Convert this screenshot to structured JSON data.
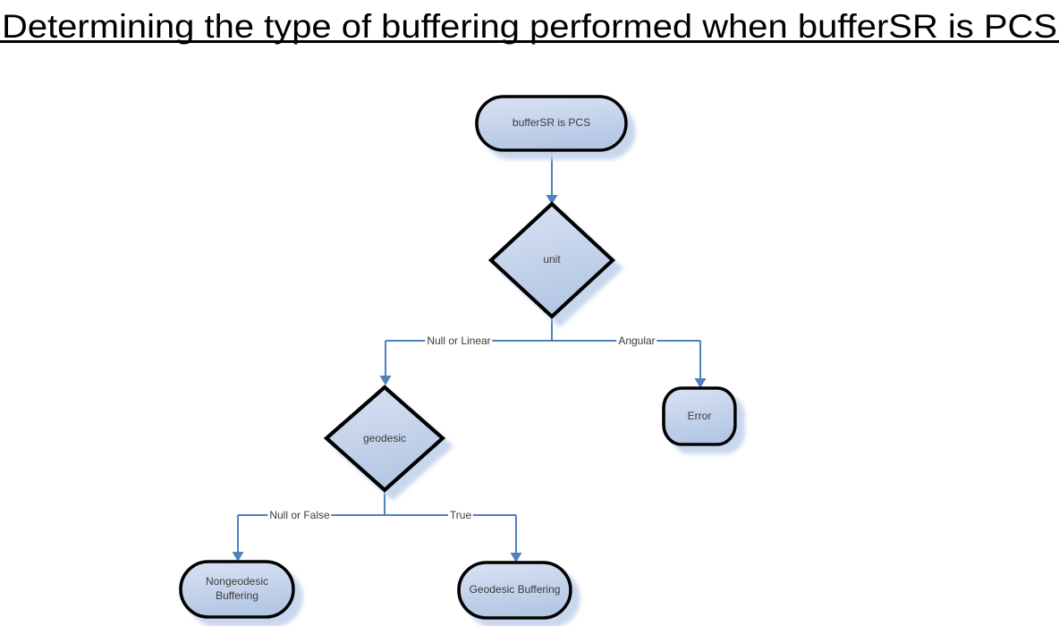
{
  "title": "Determining the type of buffering performed when bufferSR is PCS",
  "flowchart": {
    "nodes": {
      "start": {
        "label": "bufferSR is PCS"
      },
      "unit": {
        "label": "unit"
      },
      "geodesic": {
        "label": "geodesic"
      },
      "error": {
        "label": "Error"
      },
      "nongeodesic_buffering": {
        "label": "Nongeodesic Buffering"
      },
      "geodesic_buffering": {
        "label": "Geodesic Buffering"
      }
    },
    "edge_labels": {
      "null_or_linear": "Null or Linear",
      "angular": "Angular",
      "null_or_false": "Null or False",
      "true_branch": "True"
    },
    "colors": {
      "connector": "#4f81bd",
      "node_border": "#000000",
      "node_fill_top": "#d9e2f3",
      "node_fill_bottom": "#b4c7e4",
      "node_shadow": "#c3d3ec",
      "label_text": "#3b3b3b",
      "title_text": "#000000"
    }
  }
}
